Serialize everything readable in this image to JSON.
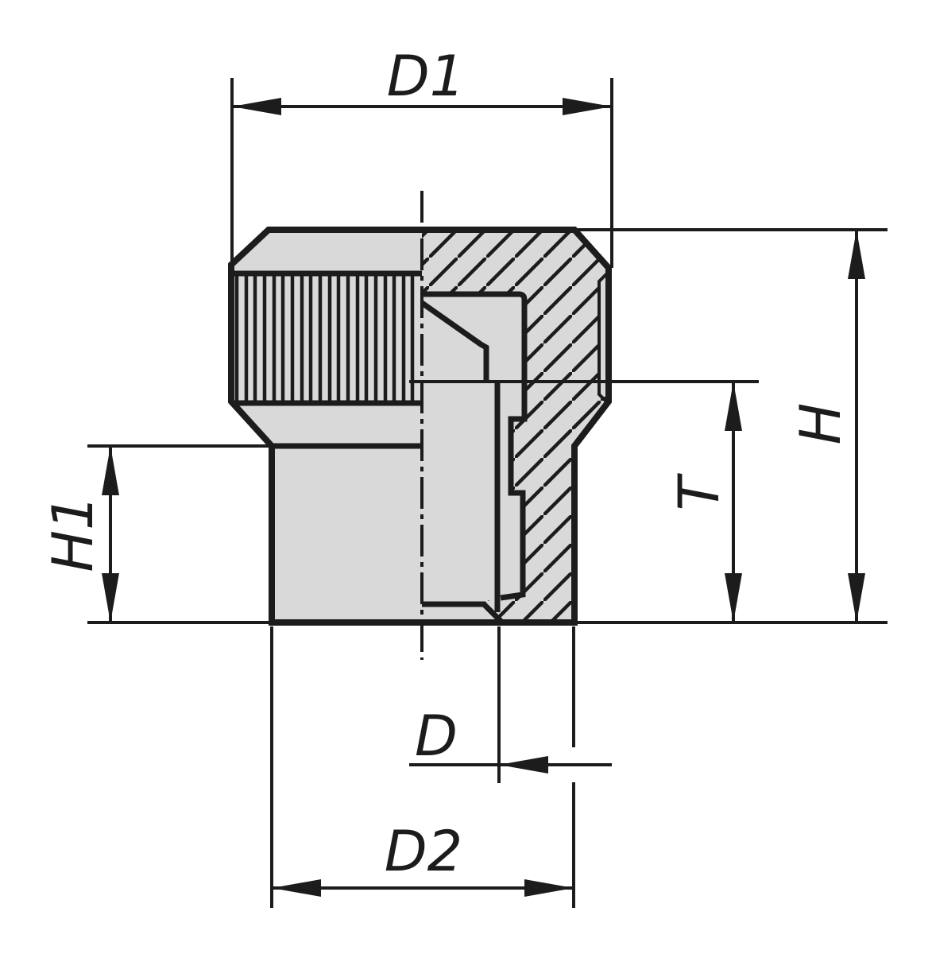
{
  "drawing": {
    "title": "knurled-nut-section-drawing",
    "background": "#ffffff",
    "body_fill": "#d9d9d9",
    "line_color": "#1c1c1c",
    "dimensions": {
      "d1": {
        "label": "D1"
      },
      "h": {
        "label": "H"
      },
      "h1": {
        "label": "H1"
      },
      "t": {
        "label": "T"
      },
      "d": {
        "label": "D"
      },
      "d2": {
        "label": "D2"
      }
    }
  }
}
